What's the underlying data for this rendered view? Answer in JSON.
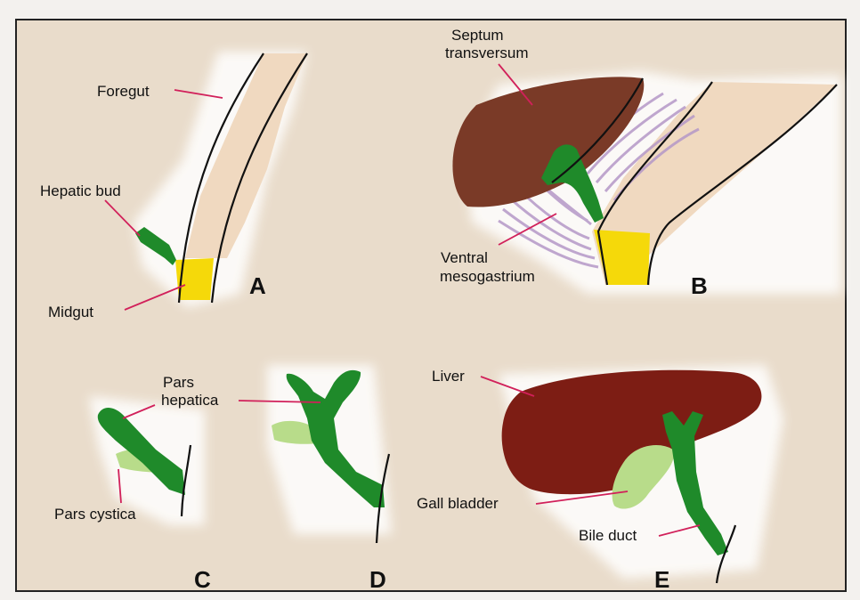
{
  "colors": {
    "background": "#e9dccb",
    "foregut": "#f0d9c0",
    "hepatic_green": "#1f8a2a",
    "midgut_yellow": "#f5d90a",
    "liver_brown": "#7d1d14",
    "septum_brown": "#7a3a27",
    "gall_bladder": "#b8dc8a",
    "mesogastrium_lines": "#b598c8",
    "leader_lines": "#d1205a"
  },
  "panels": {
    "a": {
      "letter": "A",
      "labels": {
        "foregut": "Foregut",
        "hepatic_bud": "Hepatic bud",
        "midgut": "Midgut"
      }
    },
    "b": {
      "letter": "B",
      "labels": {
        "septum_line1": "Septum",
        "septum_line2": "transversum",
        "ventral_line1": "Ventral",
        "ventral_line2": "mesogastrium"
      }
    },
    "c": {
      "letter": "C",
      "labels": {
        "pars_hepatica_line1": "Pars",
        "pars_hepatica_line2": "hepatica",
        "pars_cystica": "Pars cystica"
      }
    },
    "d": {
      "letter": "D"
    },
    "e": {
      "letter": "E",
      "labels": {
        "liver": "Liver",
        "gall_bladder": "Gall bladder",
        "bile_duct": "Bile duct"
      }
    }
  }
}
